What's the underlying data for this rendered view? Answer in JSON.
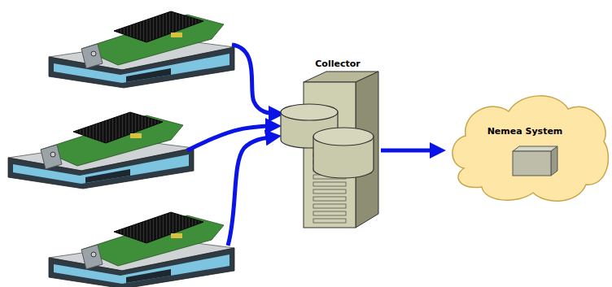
{
  "diagram": {
    "nodes": [
      {
        "text": [
          "Collector"
        ]
      },
      {
        "text": [
          "Nemea System"
        ]
      }
    ],
    "edges": [
      {
        "from": 0,
        "to": 1,
        "arrow": "to"
      }
    ]
  }
}
